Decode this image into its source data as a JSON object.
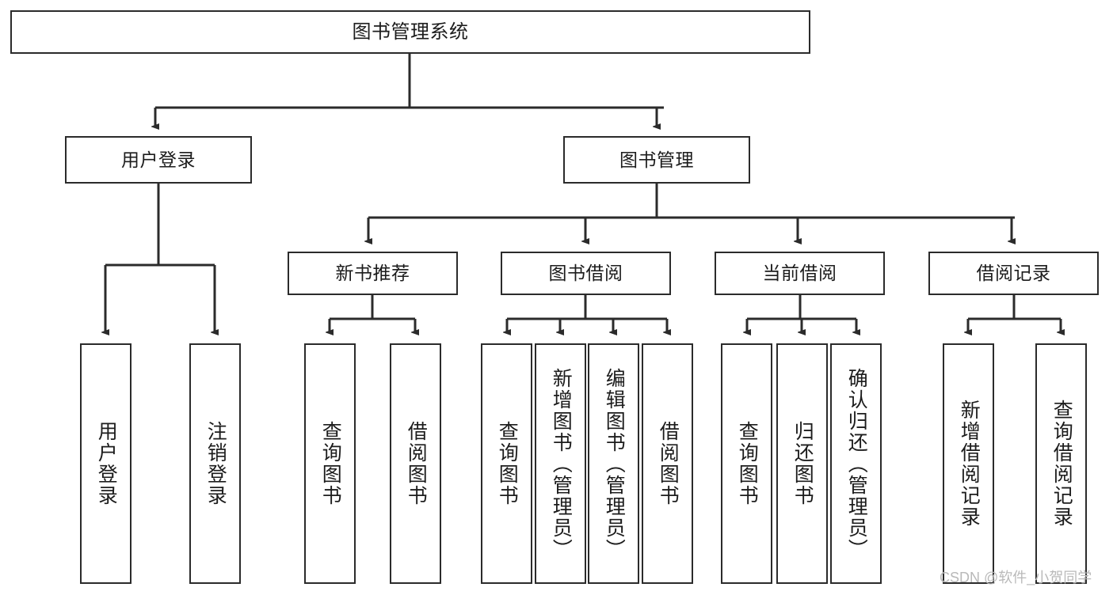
{
  "diagram": {
    "title": "图书管理系统",
    "type": "tree-hierarchy-chart",
    "colors": {
      "box_border": "#2b2b2b",
      "box_fill": "#ffffff",
      "connector": "#2b2b2b",
      "watermark": "#b9b9b9",
      "background": "#ffffff"
    },
    "watermark": "CSDN @软件_小贺同学"
  },
  "nodes": {
    "root": {
      "label": "图书管理系统"
    },
    "level2": [
      {
        "label": "用户登录"
      },
      {
        "label": "图书管理"
      }
    ],
    "level3": [
      {
        "label": "新书推荐"
      },
      {
        "label": "图书借阅"
      },
      {
        "label": "当前借阅"
      },
      {
        "label": "借阅记录"
      }
    ],
    "leaves": {
      "user_login": [
        {
          "label": "用户登录"
        },
        {
          "label": "注销登录"
        }
      ],
      "new_book_recommend": [
        {
          "label": "查询图书"
        },
        {
          "label": "借阅图书"
        }
      ],
      "book_borrow": [
        {
          "label": "查询图书"
        },
        {
          "label": "新增图书（管理员）"
        },
        {
          "label": "编辑图书（管理员）"
        },
        {
          "label": "借阅图书"
        }
      ],
      "current_borrow": [
        {
          "label": "查询图书"
        },
        {
          "label": "归还图书"
        },
        {
          "label": "确认归还（管理员）"
        }
      ],
      "borrow_record": [
        {
          "label": "新增借阅记录"
        },
        {
          "label": "查询借阅记录"
        }
      ]
    }
  }
}
